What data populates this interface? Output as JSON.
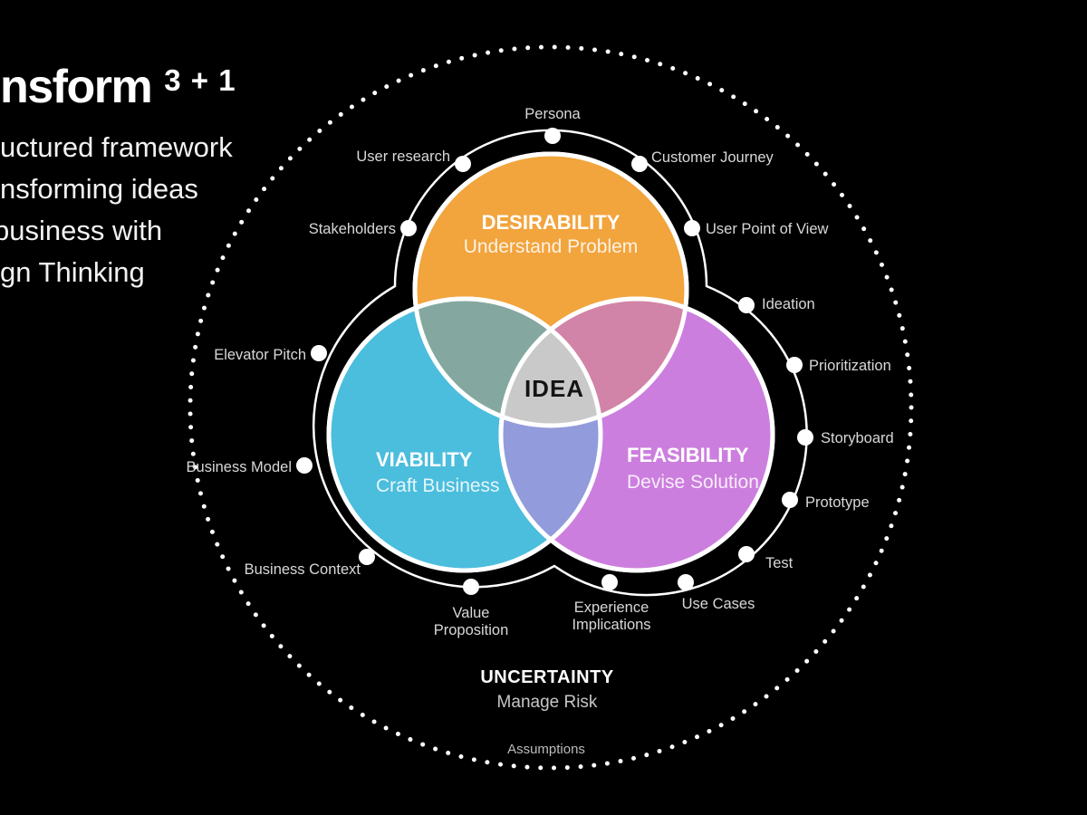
{
  "title": {
    "heading_fragment": "nsform",
    "heading_superscript": "3 + 1",
    "subtitle_lines": [
      "uctured framework",
      "nsforming ideas",
      "business with",
      "gn Thinking"
    ]
  },
  "venn": {
    "center": "IDEA",
    "desirability": {
      "name": "DESIRABILITY",
      "phase": "Understand Problem",
      "color": "#F2A43D"
    },
    "viability": {
      "name": "VIABILITY",
      "phase": "Craft Business",
      "color": "#4BBDDD"
    },
    "feasibility": {
      "name": "FEASIBILITY",
      "phase": "Devise Solution",
      "color": "#CC7EDE"
    },
    "overlap_colors": {
      "desirability_viability": "#84A89F",
      "desirability_feasibility": "#D283A8",
      "viability_feasibility": "#929BDB",
      "center": "#C9C9C9"
    }
  },
  "ring": {
    "items": [
      {
        "label": "Persona"
      },
      {
        "label": "Customer Journey"
      },
      {
        "label": "User research"
      },
      {
        "label": "Stakeholders"
      },
      {
        "label": "User Point of View"
      },
      {
        "label": "Ideation"
      },
      {
        "label": "Elevator Pitch"
      },
      {
        "label": "Prioritization"
      },
      {
        "label": "Business Model"
      },
      {
        "label": "Storyboard"
      },
      {
        "label": "Prototype"
      },
      {
        "label": "Business Context"
      },
      {
        "label": "Test"
      },
      {
        "line1": "Value",
        "line2": "Proposition"
      },
      {
        "line1": "Experience",
        "line2": "Implications"
      },
      {
        "label": "Use Cases"
      }
    ]
  },
  "outer": {
    "uncertainty": "UNCERTAINTY",
    "uncertainty_sub": "Manage Risk",
    "assumptions": "Assumptions"
  }
}
